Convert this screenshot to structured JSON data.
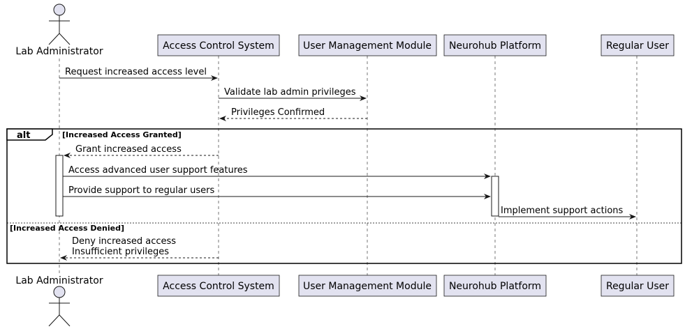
{
  "participants": {
    "lab_admin": "Lab Administrator",
    "acs": "Access Control System",
    "umm": "User Management Module",
    "neurohub": "Neurohub Platform",
    "regular": "Regular User"
  },
  "messages": {
    "m1": "Request increased access level",
    "m2": "Validate lab admin privileges",
    "m3": "Privileges Confirmed",
    "m4": "Grant increased access",
    "m5": "Access advanced user support features",
    "m6": "Provide support to regular users",
    "m7": "Implement support actions",
    "m8_line1": "Deny increased access",
    "m8_line2": "Insufficient privileges"
  },
  "alt": {
    "keyword": "alt",
    "guard1": "[Increased Access Granted]",
    "guard2": "[Increased Access Denied]"
  },
  "colors": {
    "participant_fill": "#e2e2f0",
    "line": "#181818"
  }
}
